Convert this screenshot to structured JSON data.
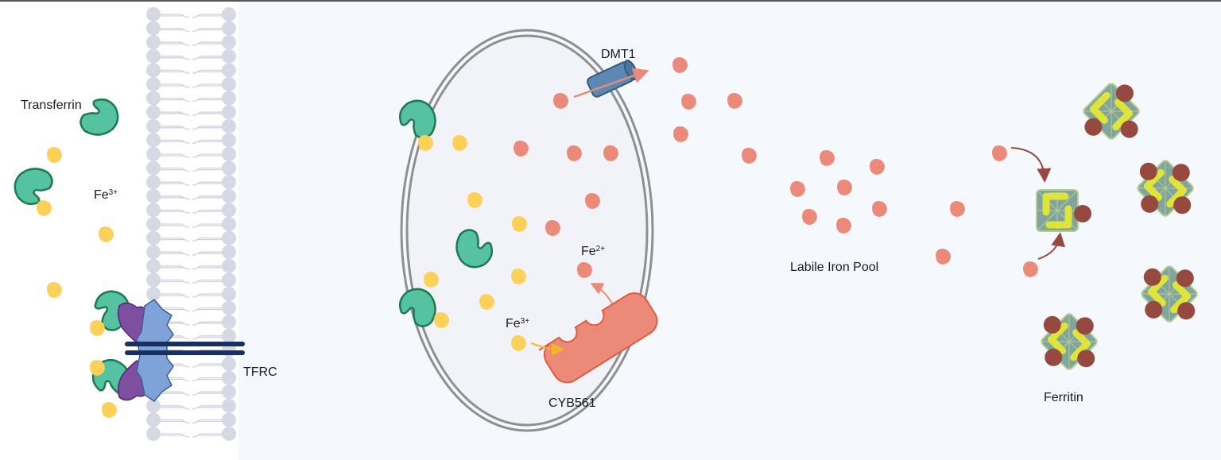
{
  "labels": {
    "transferrin": "Transferrin",
    "fe3_outside": "Fe",
    "fe3_outside_sup": "3+",
    "tfrc": "TFRC",
    "dmt1": "DMT1",
    "fe2": "Fe",
    "fe2_sup": "2+",
    "fe3_inside": "Fe",
    "fe3_inside_sup": "3+",
    "cyb561": "CYB561",
    "labile_iron_pool": "Labile Iron Pool",
    "ferritin": "Ferritin"
  },
  "colors": {
    "fe3": "#fdd05a",
    "fe2": "#ec8a7a",
    "transferrin": "#55c2a2",
    "transferrin_outline": "#1f7a52",
    "tfrc_purple": "#7e4fa0",
    "tfrc_blue": "#7fa3d8",
    "tfrc_bar": "#173060",
    "membrane": "#d6d9e3",
    "cytoplasm": "#f5f9fd",
    "dmt1": "#5c88b2",
    "cyb561": "#ec8a7a",
    "ferritin_core": "#7fa59c",
    "ferritin_subunit": "#dfe43a",
    "ferritin_iron": "#96493f"
  }
}
